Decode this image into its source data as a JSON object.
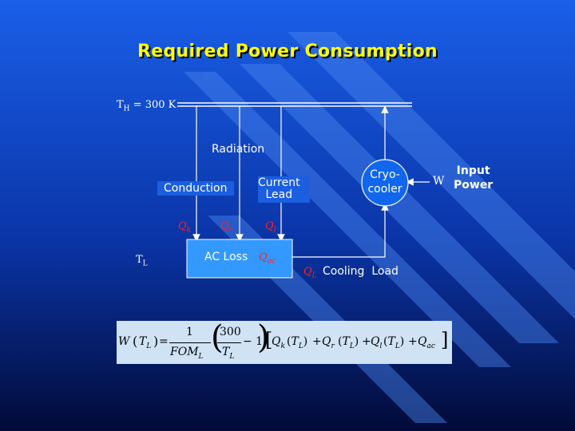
{
  "title": "Required Power Consumption",
  "hot_end": {
    "symbol": "T",
    "subscript": "H",
    "value": " = 300 K"
  },
  "cold_end": {
    "symbol": "T",
    "subscript": "L"
  },
  "labels": {
    "radiation": "Radiation",
    "conduction": "Conduction",
    "current_lead_1": "Current",
    "current_lead_2": "Lead",
    "cryocooler_1": "Cryo-",
    "cryocooler_2": "cooler",
    "w": "W",
    "input_power_1": "Input",
    "input_power_2": "Power",
    "ac_loss": "AC Loss",
    "cooling_load": "Cooling  Load"
  },
  "heat_symbols": {
    "q": "Q",
    "k": "k",
    "r": "r",
    "l": "l",
    "ac": "ac",
    "L": "L"
  },
  "formula": {
    "W": "W",
    "TL": "T",
    "L": "L",
    "one": "1",
    "fom": "FOM",
    "three_hundred": "300",
    "minus_one": "− 1",
    "Qk": "Q",
    "k": "k",
    "plus": "+",
    "Qr": "Q",
    "r": "r",
    "Ql": "Q",
    "l": "l",
    "Qac": "Q",
    "ac": "ac",
    "equals": "="
  },
  "colors": {
    "title": "#FFFF00",
    "heat": "#FF2020",
    "formula_bg": "#CFE3F5",
    "box_fill": "#3399FF"
  }
}
